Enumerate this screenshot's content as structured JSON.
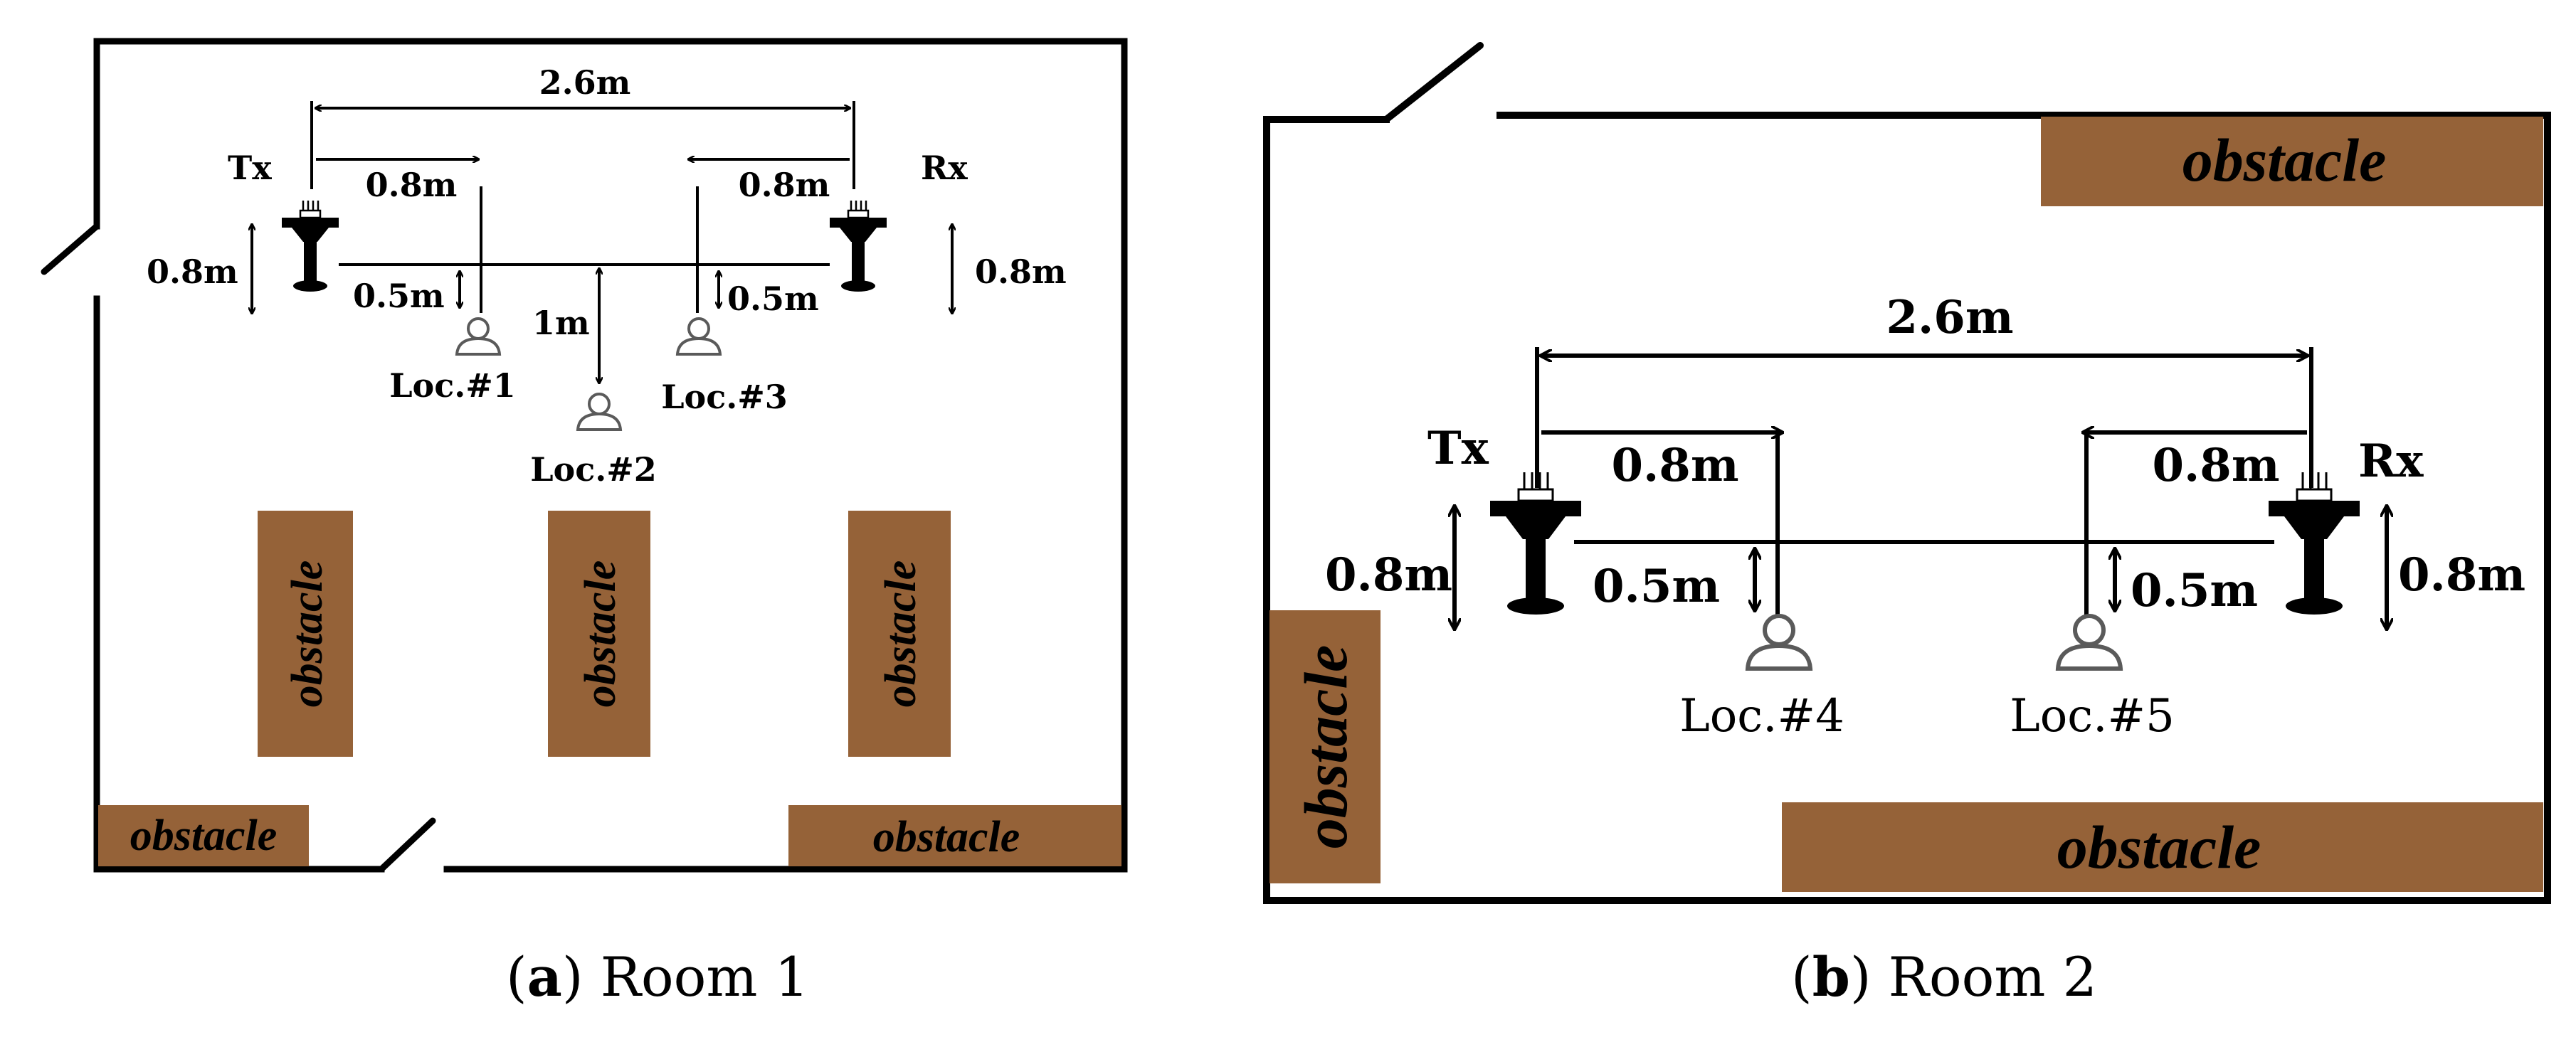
{
  "room1": {
    "distance_total": "2.6m",
    "distance_tx_side": "0.8m",
    "distance_rx_side": "0.8m",
    "tx_label": "Tx",
    "rx_label": "Rx",
    "tx_height": "0.8m",
    "rx_height": "0.8m",
    "loc1_offset": "0.5m",
    "loc2_offset": "1m",
    "loc3_offset": "0.5m",
    "loc1_label": "Loc.#1",
    "loc2_label": "Loc.#2",
    "loc3_label": "Loc.#3",
    "obstacles": [
      "obstacle",
      "obstacle",
      "obstacle",
      "obstacle",
      "obstacle"
    ]
  },
  "room2": {
    "distance_total": "2.6m",
    "distance_tx_side": "0.8m",
    "distance_rx_side": "0.8m",
    "tx_label": "Tx",
    "rx_label": "Rx",
    "tx_height": "0.8m",
    "rx_height": "0.8m",
    "loc4_offset": "0.5m",
    "loc5_offset": "0.5m",
    "loc4_label": "Loc.#4",
    "loc5_label": "Loc.#5",
    "obstacles": [
      "obstacle",
      "obstacle",
      "obstacle"
    ]
  },
  "captions": {
    "a_letter": "a",
    "a_text": " Room 1",
    "b_letter": "b",
    "b_text": " Room 2"
  },
  "colors": {
    "obstacle_fill": "#956238",
    "line": "#000000"
  }
}
